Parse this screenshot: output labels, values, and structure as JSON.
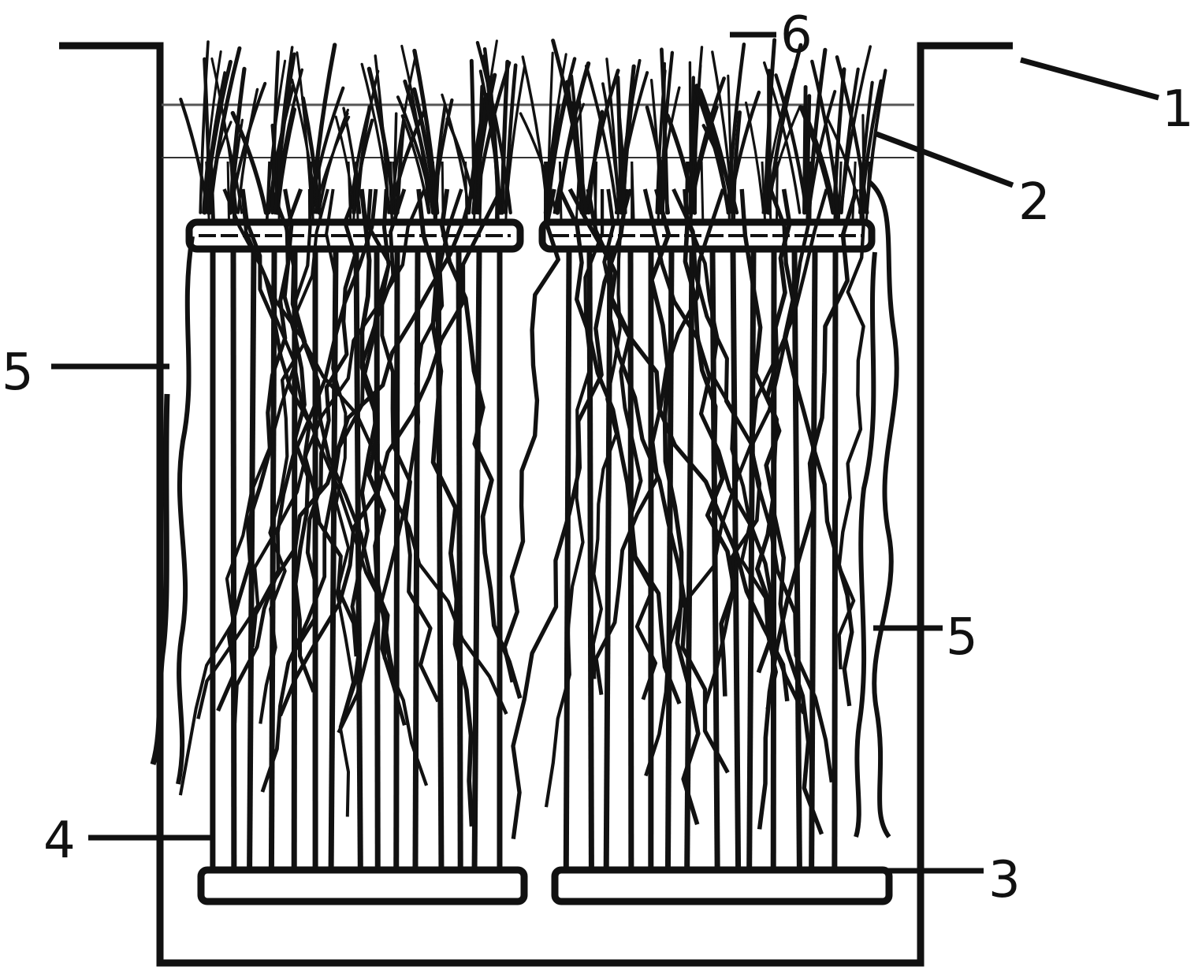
{
  "labels": {
    "container": "1",
    "plants": "2",
    "bottom_plate": "3",
    "fiber": "4",
    "root_left": "5",
    "root_right": "5",
    "water_surface": "6"
  },
  "colors": {
    "ink": "#111111",
    "background": "#ffffff"
  }
}
